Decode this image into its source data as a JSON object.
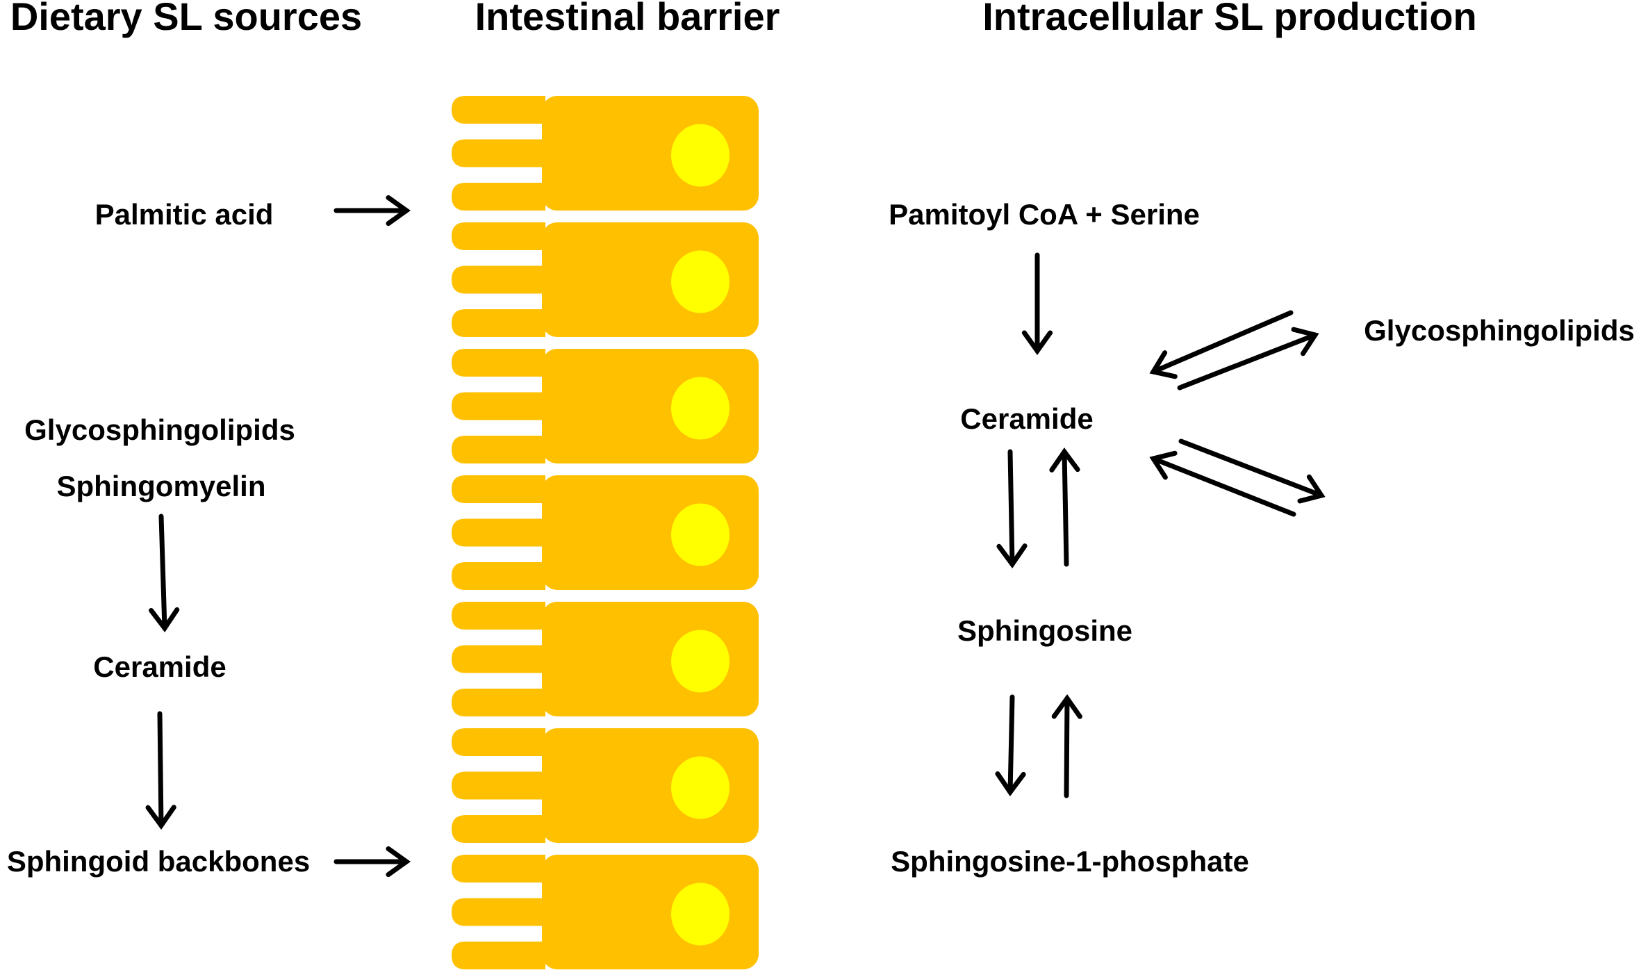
{
  "headers": {
    "dietary": "Dietary SL sources",
    "barrier": "Intestinal barrier",
    "intracellular": "Intracellular SL production"
  },
  "dietary": {
    "palmitic_acid": "Palmitic acid",
    "glycosphingolipids": "Glycosphingolipids",
    "sphingomyelin": "Sphingomyelin",
    "ceramide": "Ceramide",
    "sphingoid_backbones": "Sphingoid backbones"
  },
  "intracellular": {
    "palmitoyl_coa_serine": "Pamitoyl CoA + Serine",
    "ceramide": "Ceramide",
    "glycosphingolipids": "Glycosphingolipids",
    "sphingosine": "Sphingosine",
    "s1p": "Sphingosine-1-phosphate"
  },
  "colors": {
    "cell_body": "#FFC000",
    "nucleus": "#FFFF00",
    "text": "#000000",
    "arrow": "#000000",
    "background": "#FFFFFF"
  },
  "barrier": {
    "cell_count": 7,
    "microvilli_per_cell": 3
  }
}
